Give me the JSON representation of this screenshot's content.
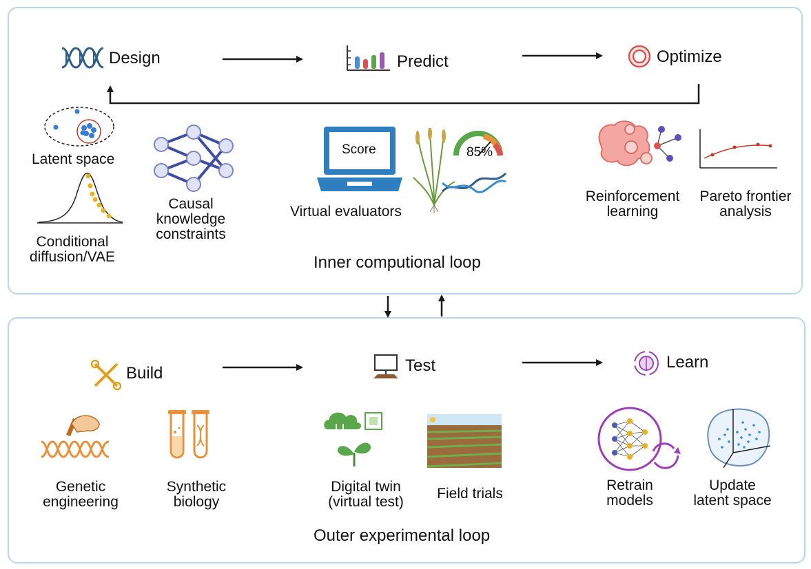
{
  "inner_loop": {
    "title": "Inner computional loop",
    "stages": {
      "design": "Design",
      "predict": "Predict",
      "optimize": "Optimize"
    },
    "methods": {
      "latent_space": "Latent space",
      "conditional_diffusion": "Conditional\ndiffusion/VAE",
      "causal": "Causal\nknowledge\nconstraints",
      "virtual_evaluators": "Virtual evaluators",
      "score": "Score",
      "gauge_value": "85%",
      "reinforcement": "Reinforcement\nlearning",
      "pareto": "Pareto frontier\nanalysis"
    }
  },
  "outer_loop": {
    "title": "Outer experimental loop",
    "stages": {
      "build": "Build",
      "test": "Test",
      "learn": "Learn"
    },
    "methods": {
      "genetic": "Genetic\nengineering",
      "synthetic": "Synthetic\nbiology",
      "digital_twin": "Digital twin\n(virtual test)",
      "field": "Field trials",
      "retrain": "Retrain\nmodels",
      "update_latent": "Update\nlatent space"
    }
  },
  "colors": {
    "panel_border": "#b9d6ec",
    "arrow": "#1a1a1a",
    "dna_blue": "#2f5d8a",
    "accent_red": "#c0392b",
    "laptop_blue": "#2f7ebf",
    "network_blue": "#3f4ea0",
    "orange": "#e8913a",
    "purple": "#9b3fb5",
    "green": "#5aa64a"
  }
}
